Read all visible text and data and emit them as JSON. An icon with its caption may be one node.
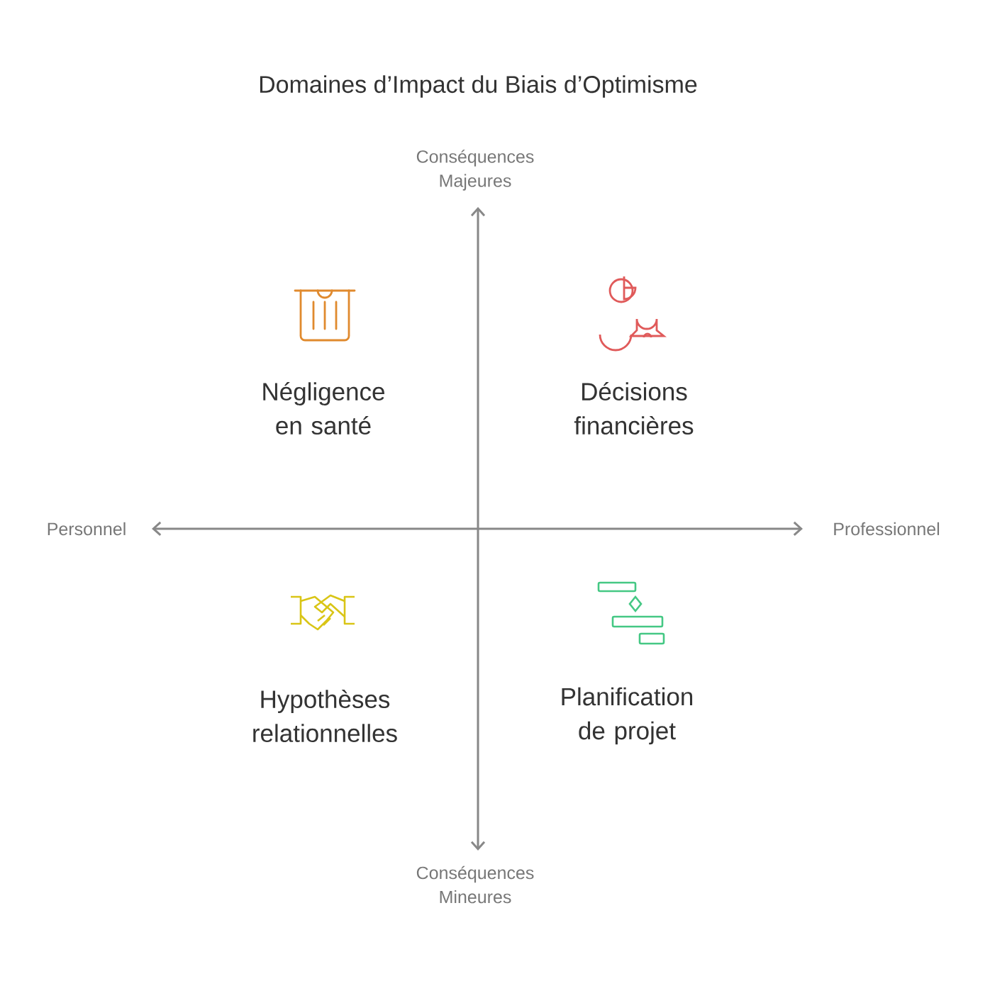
{
  "diagram": {
    "title": "Domaines d’Impact du Biais d’Optimisme",
    "labels": [
      "Conséquences Majeures",
      "Négligence en santé",
      "Décisions financières",
      "Personnel",
      "Professionnel",
      "Hypothèses relationnelles",
      "Planification de projet",
      "Conséquences Mineures"
    ]
  }
}
